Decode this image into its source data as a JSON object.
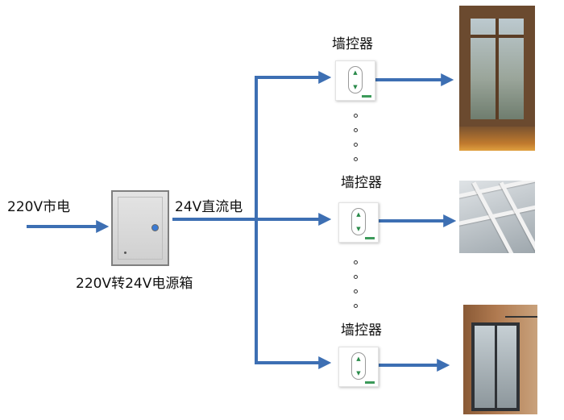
{
  "labels": {
    "mains": "220V市电",
    "dc": "24V直流电",
    "power_box": "220V转24V电源箱",
    "wall_controller_top": "墙控器",
    "wall_controller_mid": "墙控器",
    "wall_controller_bot": "墙控器"
  },
  "colors": {
    "arrow": "#3d6fb3",
    "accent_green": "#3c9a5a"
  },
  "icons": [
    "power-box-icon",
    "wall-controller-icon",
    "window-photo",
    "skylight-photo",
    "curtain-window-photo"
  ]
}
